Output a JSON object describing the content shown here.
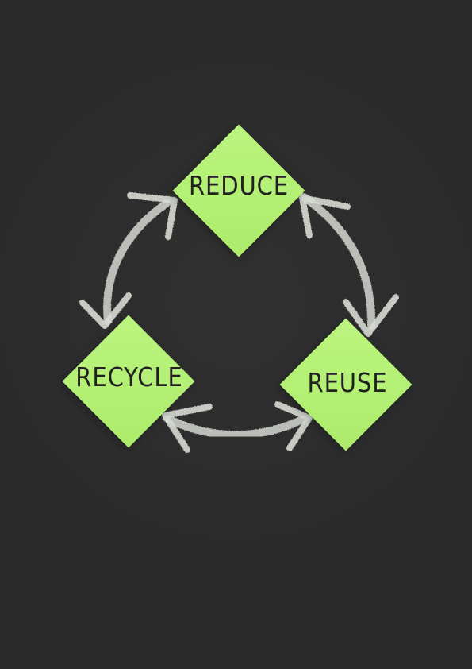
{
  "diagram": {
    "nodes": [
      {
        "label": "REDUCE"
      },
      {
        "label": "RECYCLE"
      },
      {
        "label": "REUSE"
      }
    ],
    "colors": {
      "background": "#2b2b2b",
      "note": "#b2f36e",
      "chalk": "#d7dbd4",
      "text": "#212121"
    }
  }
}
